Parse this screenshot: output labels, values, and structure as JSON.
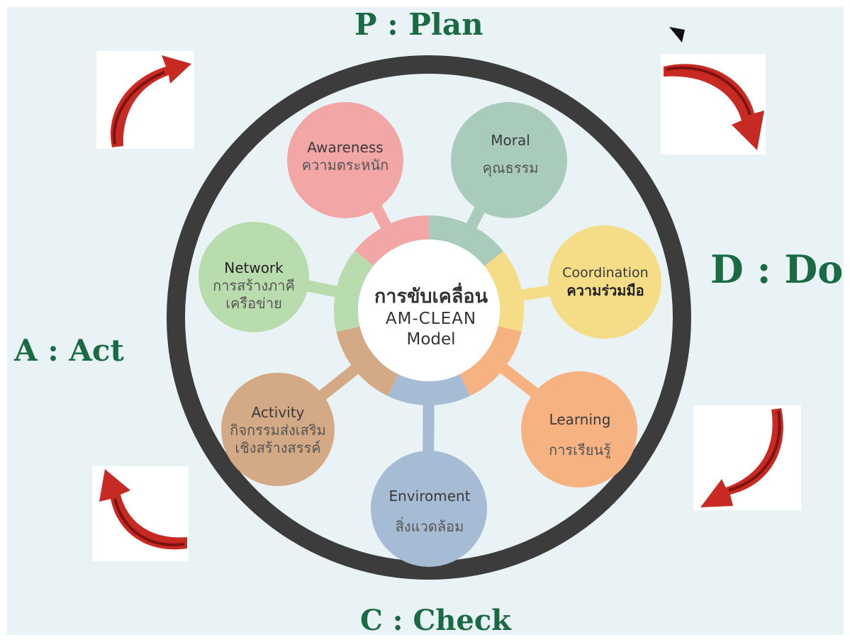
{
  "pdca": {
    "plan": "P : Plan",
    "do": "D : Do",
    "check": "C : Check",
    "act": "A : Act"
  },
  "center": {
    "thai": "การขับเคลื่อน",
    "model_line1": "AM-CLEAN",
    "model_line2": "Model"
  },
  "petals": {
    "awareness": {
      "en": "Awareness",
      "th": "ความตระหนัก",
      "color": "#f3a6a6"
    },
    "moral": {
      "en": "Moral",
      "th": "คุณธรรม",
      "color": "#a9cbbb"
    },
    "coordination": {
      "en": "Coordination",
      "th": "ความร่วมมือ",
      "color": "#f5dc86"
    },
    "learning": {
      "en": "Learning",
      "th": "การเรียนรู้",
      "color": "#f7b282"
    },
    "enviroment": {
      "en": "Enviroment",
      "th": "สิ่งแวดล้อม",
      "color": "#a6bcd4"
    },
    "activity": {
      "en": "Activity",
      "th_line1": "กิจกรรมส่งเสริม",
      "th_line2": "เชิงสร้างสรรค์",
      "color": "#d3aa85"
    },
    "network": {
      "en": "Network",
      "th_line1": "การสร้างภาคี",
      "th_line2": "เครือข่าย",
      "color": "#b9dcae"
    }
  },
  "colors": {
    "pdca_text": "#1a6b43",
    "ring": "#3c3c3c",
    "arrow": "#c62a23",
    "background": "#e9f3f5"
  },
  "icons": {
    "cycle_arrows": "curved-arrow-icon"
  }
}
